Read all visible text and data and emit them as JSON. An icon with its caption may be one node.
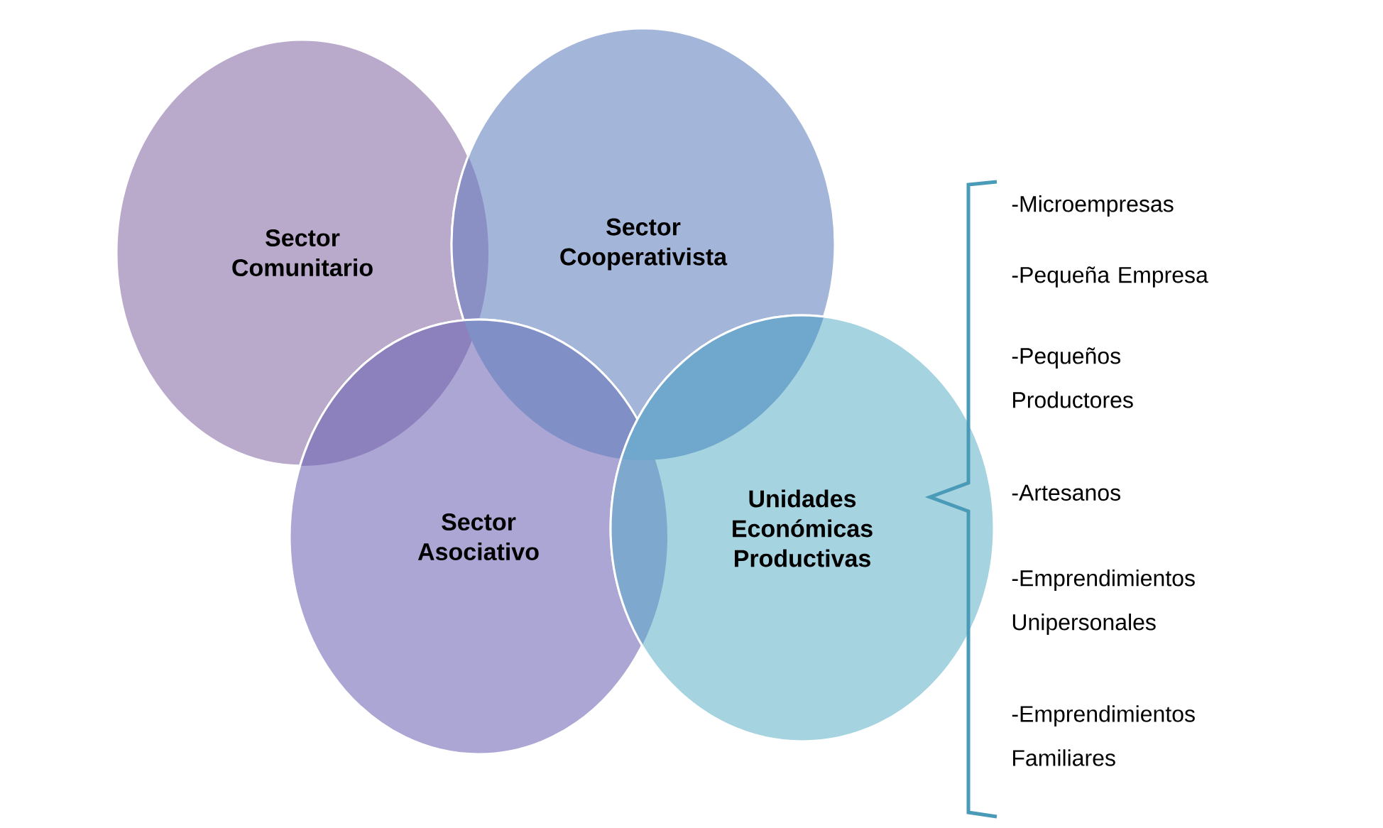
{
  "diagram": {
    "nodes": [
      {
        "text": [
          "Sector Comunitario"
        ]
      },
      {
        "text": [
          "Sector Cooperativista"
        ]
      },
      {
        "text": [
          "Sector Asociativo"
        ]
      },
      {
        "text": [
          "Unidades Económicas Productivas"
        ]
      }
    ],
    "labels": [
      "-Microempresas",
      "-Pequeña Empresa",
      "-Pequeños Productores",
      "-Artesanos",
      "-Emprendimientos Unipersonales",
      "-Emprendimientos Familiares"
    ]
  }
}
